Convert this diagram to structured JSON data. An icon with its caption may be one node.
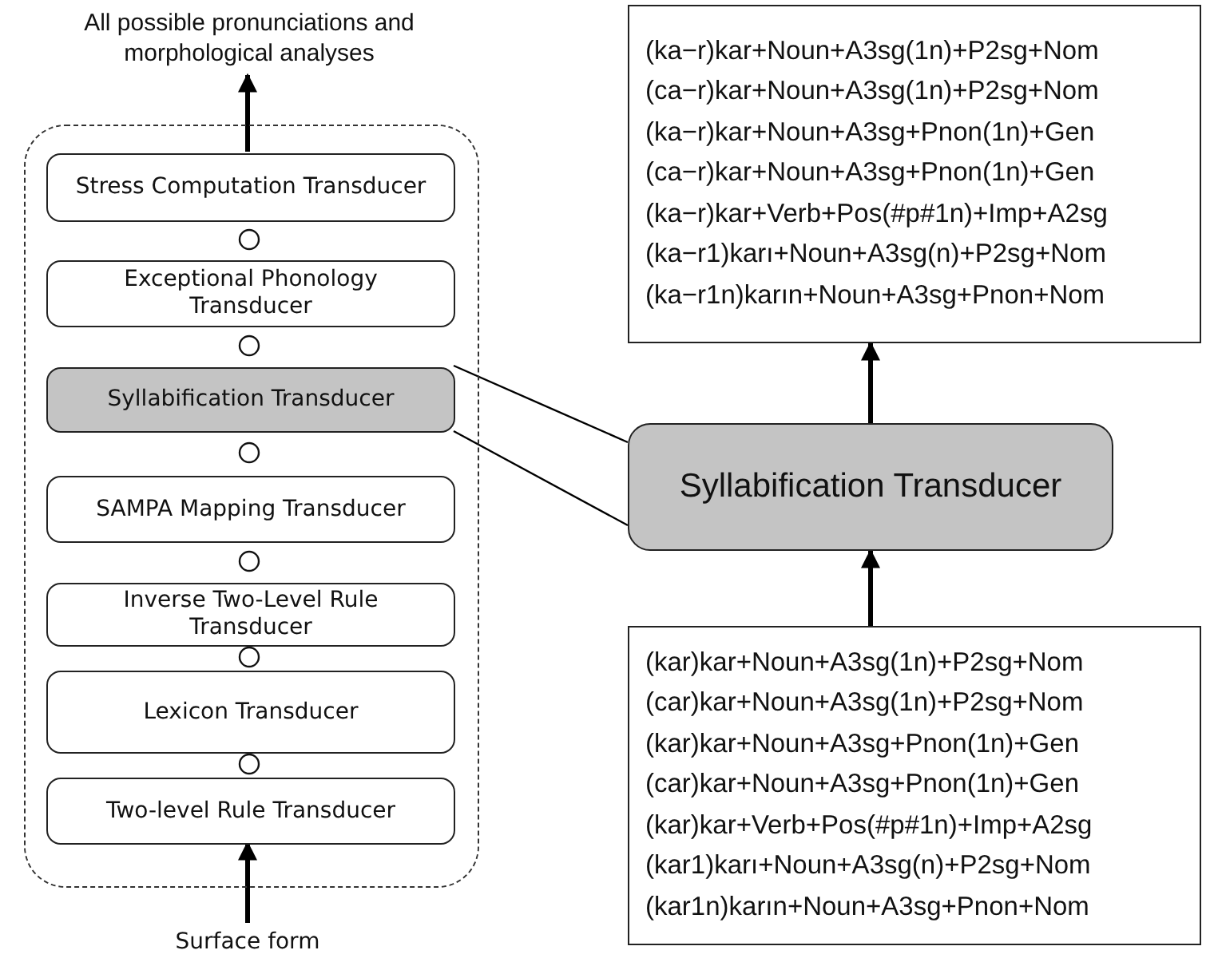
{
  "diagram": {
    "nodes": [
      {
        "text": [],
        "shape": "box"
      },
      {
        "text": [
          "Stress Computation Transducer"
        ],
        "in": 0
      },
      {
        "text": [
          "Exceptional Phonology Transducer"
        ],
        "in": 0
      },
      {
        "text": [
          "Syllabification Transducer"
        ],
        "in": 0
      },
      {
        "text": [
          "SAMPA Mapping Transducer"
        ],
        "in": 0
      },
      {
        "text": [
          "Inverse Two-Level Rule Transducer"
        ],
        "in": 0
      },
      {
        "text": [
          "Lexicon Transducer"
        ],
        "in": 0
      },
      {
        "text": [
          "Two-level Rule Transducer"
        ],
        "in": 0
      },
      {
        "text": [
          "All possible pronunciations and morphological analyses"
        ]
      },
      {
        "text": [
          "Surface form"
        ]
      },
      {
        "text": [
          "(ka−r)kar+Noun+A3sg(1n)+P2sg+Nom",
          "(ca−r)kar+Noun+A3sg(1n)+P2sg+Nom",
          "(ka−r)kar+Noun+A3sg+Pnon(1n)+Gen",
          "(ca−r)kar+Noun+A3sg+Pnon(1n)+Gen",
          "(ka−r)kar+Verb+Pos(#p#1n)+Imp+A2sg",
          "(ka−r1)karı+Noun+A3sg(n)+P2sg+Nom",
          "(ka−r1n)karın+Noun+A3sg+Pnon+Nom"
        ]
      },
      {
        "text": [
          "Syllabification Transducer"
        ]
      },
      {
        "text": [
          "(kar)kar+Noun+A3sg(1n)+P2sg+Nom",
          "(car)kar+Noun+A3sg(1n)+P2sg+Nom",
          "(kar)kar+Noun+A3sg+Pnon(1n)+Gen",
          "(car)kar+Noun+A3sg+Pnon(1n)+Gen",
          "(kar)kar+Verb+Pos(#p#1n)+Imp+A2sg",
          "(kar1)karı+Noun+A3sg(n)+P2sg+Nom",
          "(kar1n)karın+Noun+A3sg+Pnon+Nom"
        ]
      }
    ],
    "edges": [
      {
        "from": 1,
        "to": 8,
        "arrow": "to"
      },
      {
        "from": 9,
        "to": 7,
        "arrow": "to"
      },
      {
        "from": 3,
        "to": 11,
        "arrow": "none"
      },
      {
        "from": 3,
        "to": 11,
        "arrow": "none"
      },
      {
        "from": 12,
        "to": 11,
        "arrow": "to"
      },
      {
        "from": 11,
        "to": 10,
        "arrow": "to"
      }
    ]
  }
}
